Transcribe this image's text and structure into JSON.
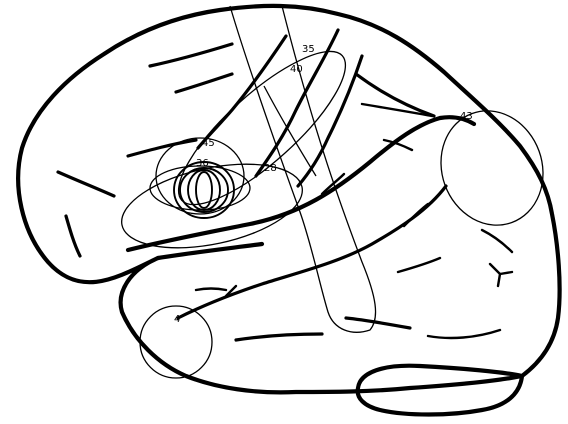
{
  "diagram": {
    "type": "lateral brain surface with overlaid lesion outlines",
    "colors": {
      "ink": "#000000",
      "paper": "#ffffff"
    },
    "lesion_labels": [
      "35",
      "40",
      "45",
      "36",
      "28",
      "43",
      "4"
    ]
  }
}
